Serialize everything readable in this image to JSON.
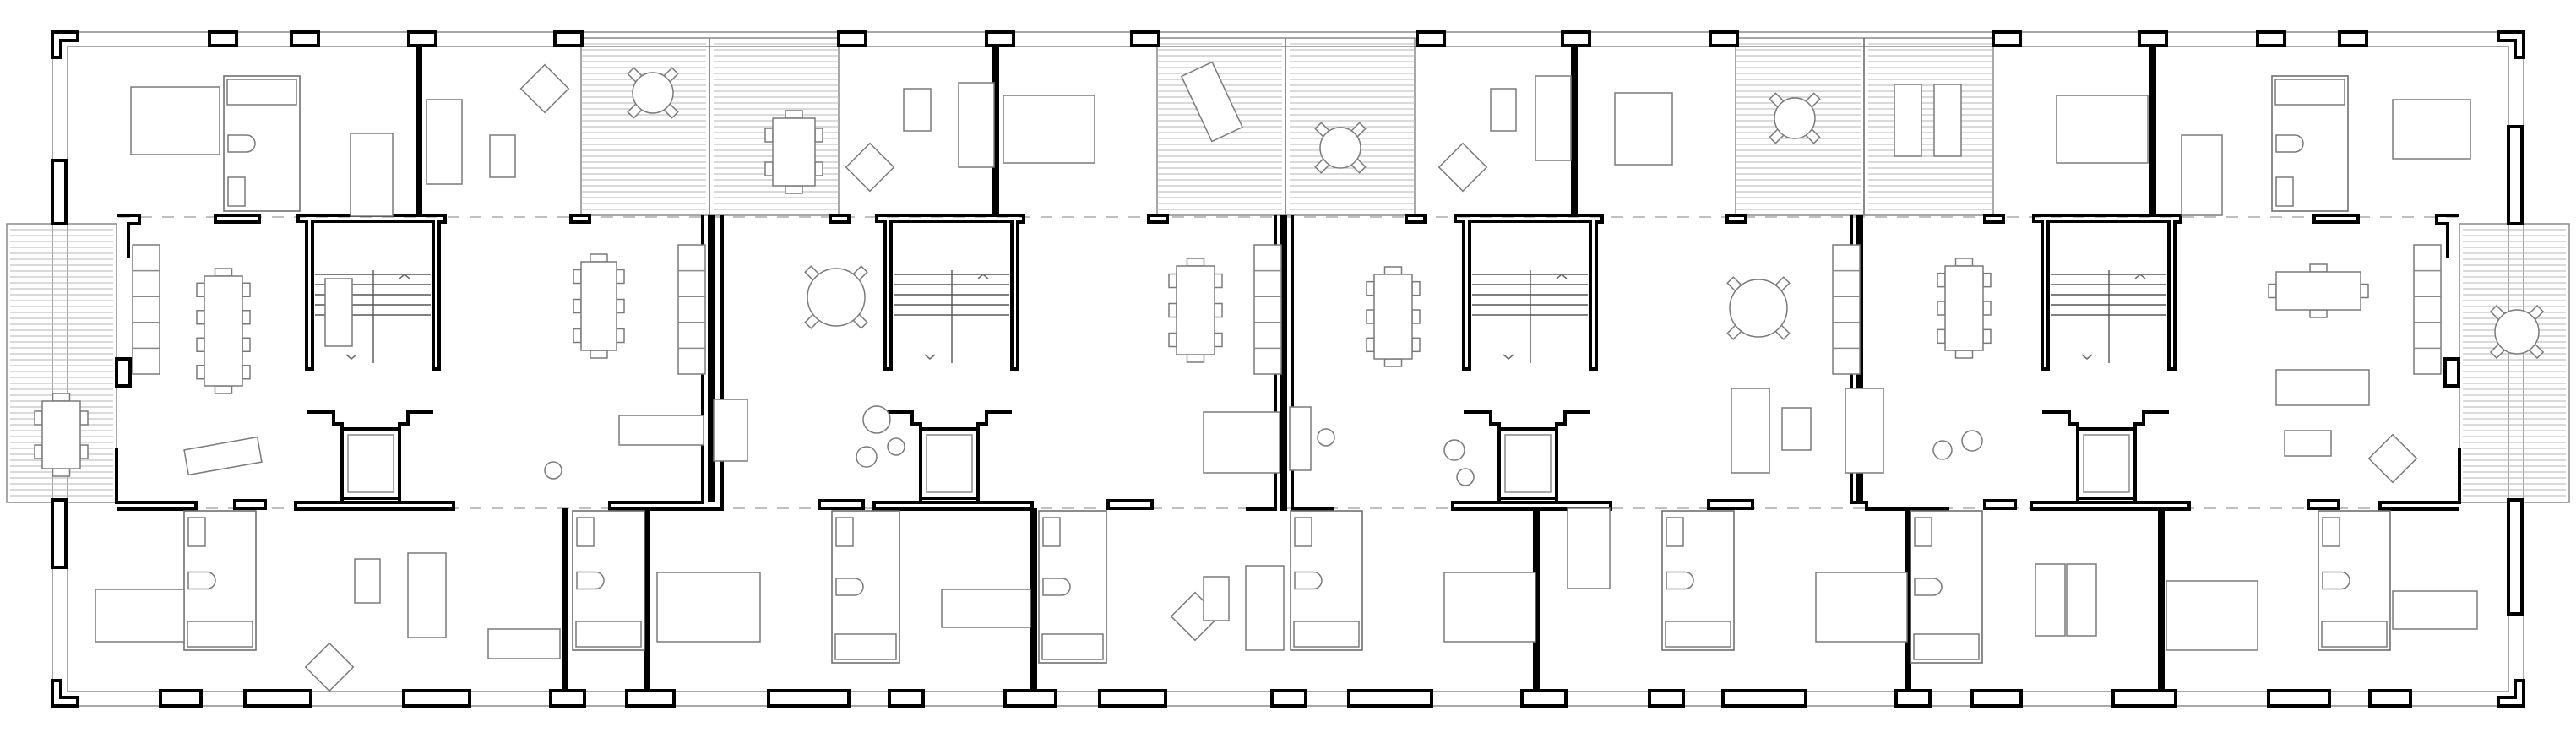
{
  "drawing": {
    "kind": "architectural floor plan",
    "colors": {
      "background": "#ffffff",
      "wall": "#000000",
      "line": "#8a8a8a",
      "hatch": "#b5b5b5"
    },
    "stair_cores": 4,
    "balconies": 6,
    "icons": [
      "round-table-icon",
      "rect-table-icon",
      "bed-icon",
      "sofa-icon",
      "bathtub-icon",
      "toilet-icon",
      "stair-icon",
      "elevator-icon",
      "plant-icon"
    ]
  }
}
